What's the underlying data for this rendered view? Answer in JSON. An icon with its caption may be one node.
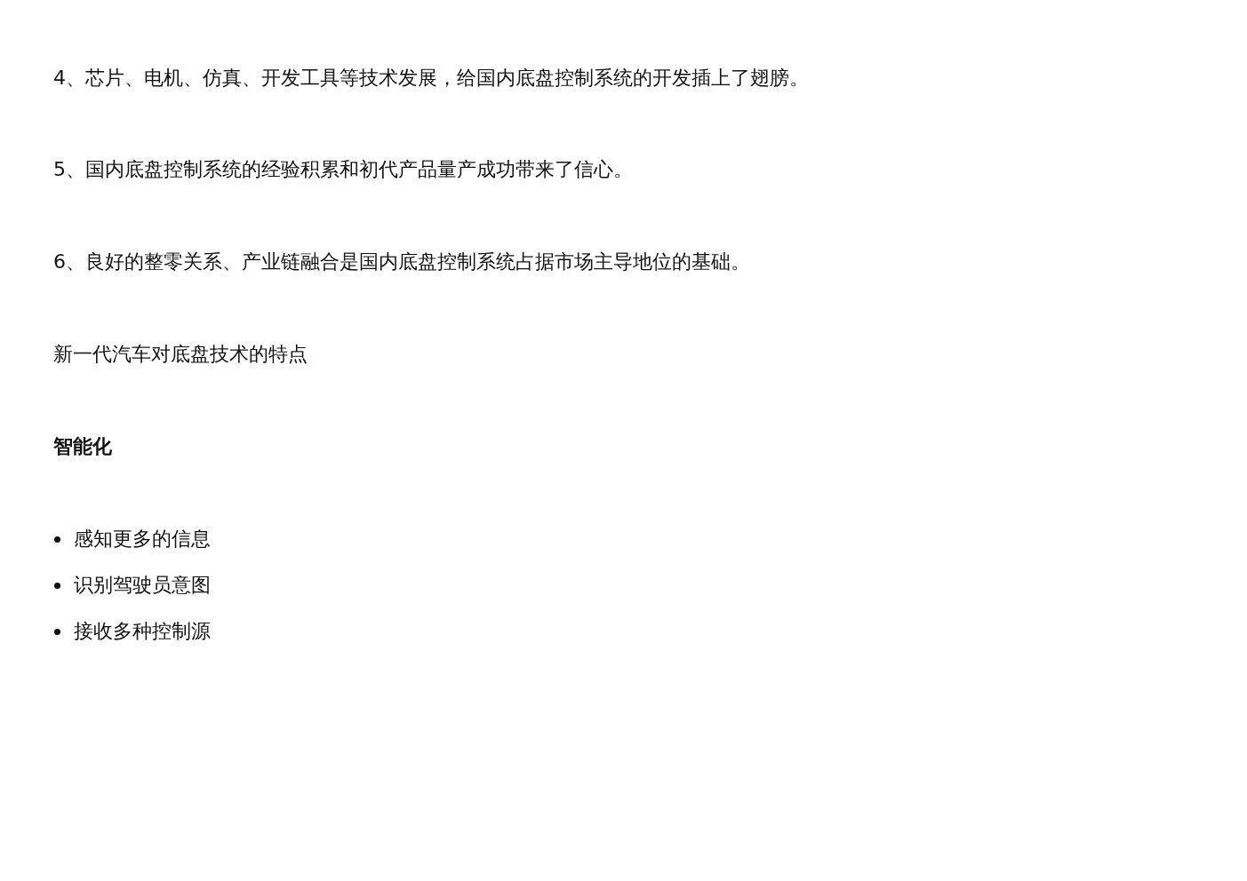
{
  "diagram": {
    "labels": [
      "4、芯片、电机、仿真、开发工具等技术发展，给国内底盘控制系统的开发插上了翅膀。",
      "5、国内底盘控制系统的经验积累和初代产品量产成功带来了信心。",
      "6、良好的整零关系、产业链融合是国内底盘控制系统占据市场主导地位的基础。",
      "新一代汽车对底盘技术的特点",
      "智能化",
      "感知更多的信息",
      "识别驾驶员意图",
      "接收多种控制源"
    ]
  }
}
